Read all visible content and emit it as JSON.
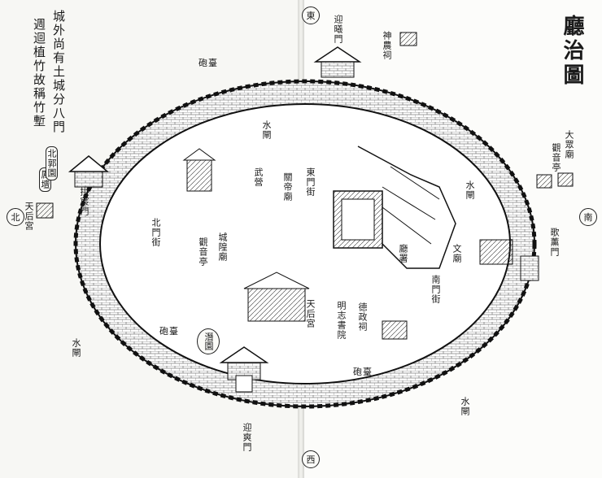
{
  "title": "廳治圖",
  "note_lines": [
    "城外尚有土城分八門",
    "週迴植竹故稱竹塹"
  ],
  "directions": {
    "east": "東",
    "west": "西",
    "south": "南",
    "north": "北"
  },
  "gates": {
    "east_gate": "迎曦門",
    "west_gate": "迎爽門",
    "south_gate": "歌薰門",
    "north_gate": "拱宸門"
  },
  "water_gates": [
    "水閘",
    "水閘",
    "水閘",
    "水閘"
  ],
  "forts": [
    "砲臺",
    "砲臺",
    "砲臺"
  ],
  "outside_temples": {
    "shennong": "神農祠",
    "dazhong": "大眾廟",
    "guanyin": "觀音亭",
    "tianhou_n": "天后宮",
    "lizhu": "厲壇"
  },
  "north_compound": "北郭園",
  "inside_labels": {
    "east_gate_street": "東門街",
    "north_gate_street": "北門街",
    "south_gate_street": "南門街",
    "city_god": "城隍廟",
    "guandi": "關帝廟",
    "tianhou_in": "天后宮",
    "mingzhi_academy": "明志書院",
    "dexuan_shrine": "德政祠",
    "yamen": "廳署",
    "qian_garden": "潛園",
    "wenmiao": "文廟",
    "wuchang": "武營",
    "guanyin_in": "觀音亭"
  },
  "colors": {
    "ink": "#1a1a1a",
    "paper": "#fbfbf8",
    "wall_fill": "#ffffff"
  }
}
